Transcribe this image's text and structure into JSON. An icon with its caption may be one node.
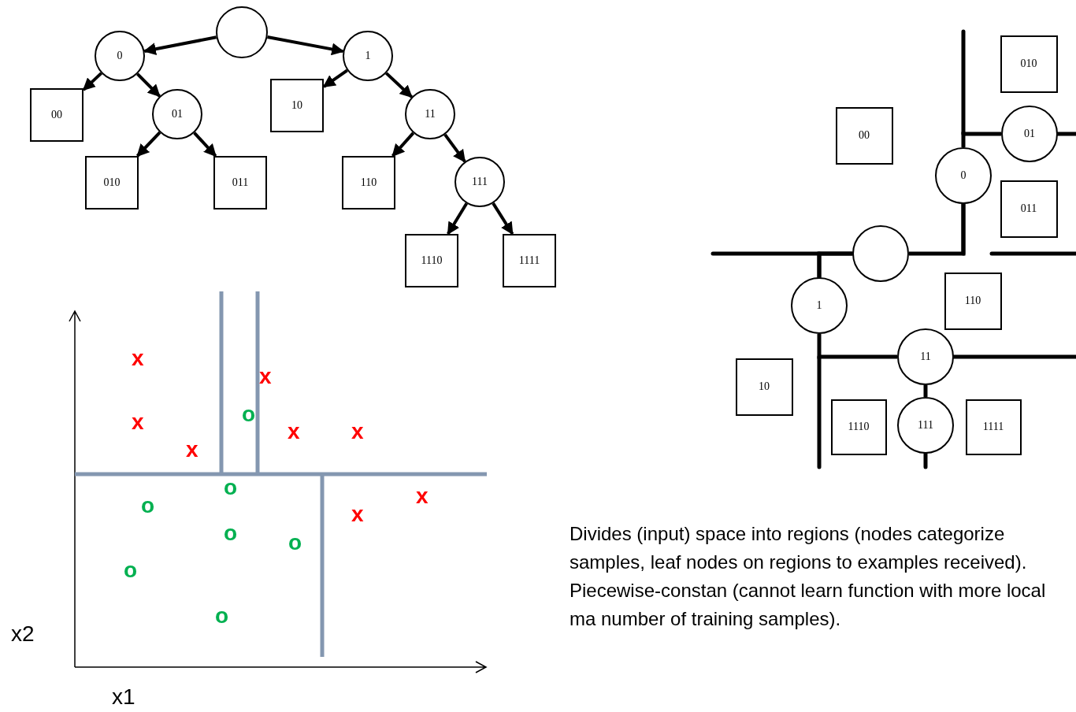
{
  "diagram": {
    "nodes": [
      {
        "text": [],
        "shape": "circle"
      },
      {
        "text": [
          "0"
        ]
      },
      {
        "text": [
          "00"
        ]
      },
      {
        "text": [
          "01"
        ]
      },
      {
        "text": [
          "010"
        ]
      },
      {
        "text": [
          "011"
        ]
      },
      {
        "text": [
          "1"
        ]
      },
      {
        "text": [
          "10"
        ]
      },
      {
        "text": [
          "11"
        ]
      },
      {
        "text": [
          "110"
        ]
      },
      {
        "text": [
          "111"
        ]
      },
      {
        "text": [
          "1110"
        ]
      },
      {
        "text": [
          "1111"
        ]
      },
      {
        "text": [
          "010"
        ]
      },
      {
        "text": [
          "00"
        ]
      },
      {
        "text": [
          "01"
        ]
      },
      {
        "text": [
          "0"
        ]
      },
      {
        "text": [
          "011"
        ]
      },
      {
        "text": [],
        "shape": "circle"
      },
      {
        "text": [
          "110"
        ]
      },
      {
        "text": [
          "1"
        ]
      },
      {
        "text": [
          "11"
        ]
      },
      {
        "text": [
          "10"
        ]
      },
      {
        "text": [
          "1110"
        ]
      },
      {
        "text": [
          "111"
        ]
      },
      {
        "text": [
          "1111"
        ]
      }
    ],
    "edges": [
      {
        "from": 0,
        "to": 1,
        "arrow": "to"
      },
      {
        "from": 0,
        "to": 6,
        "arrow": "to"
      },
      {
        "from": 1,
        "to": 2,
        "arrow": "to"
      },
      {
        "from": 1,
        "to": 3,
        "arrow": "to"
      },
      {
        "from": 3,
        "to": 4,
        "arrow": "to"
      },
      {
        "from": 3,
        "to": 5,
        "arrow": "to"
      },
      {
        "from": 6,
        "to": 7,
        "arrow": "to"
      },
      {
        "from": 6,
        "to": 8,
        "arrow": "to"
      },
      {
        "from": 8,
        "to": 9,
        "arrow": "to"
      },
      {
        "from": 8,
        "to": 10,
        "arrow": "to"
      },
      {
        "from": 10,
        "to": 11,
        "arrow": "to"
      },
      {
        "from": 10,
        "to": 12,
        "arrow": "to"
      },
      {
        "from": 18,
        "to": 16,
        "arrow": "none"
      },
      {
        "from": 16,
        "to": 15,
        "arrow": "none"
      },
      {
        "from": 18,
        "to": 20,
        "arrow": "none"
      },
      {
        "from": 20,
        "to": 21,
        "arrow": "none"
      },
      {
        "from": 21,
        "to": 24,
        "arrow": "none"
      }
    ],
    "labels": [
      "x",
      "x",
      "x",
      "o",
      "x",
      "x",
      "x",
      "o",
      "o",
      "x",
      "x",
      "o",
      "o",
      "o",
      "o",
      "x2",
      "x1",
      "Divides (input) space into regions (nodes categorize samples, leaf nodes on regions to examples received). Piecewise-constan (cannot learn function with more local ma number of training samples)."
    ]
  }
}
